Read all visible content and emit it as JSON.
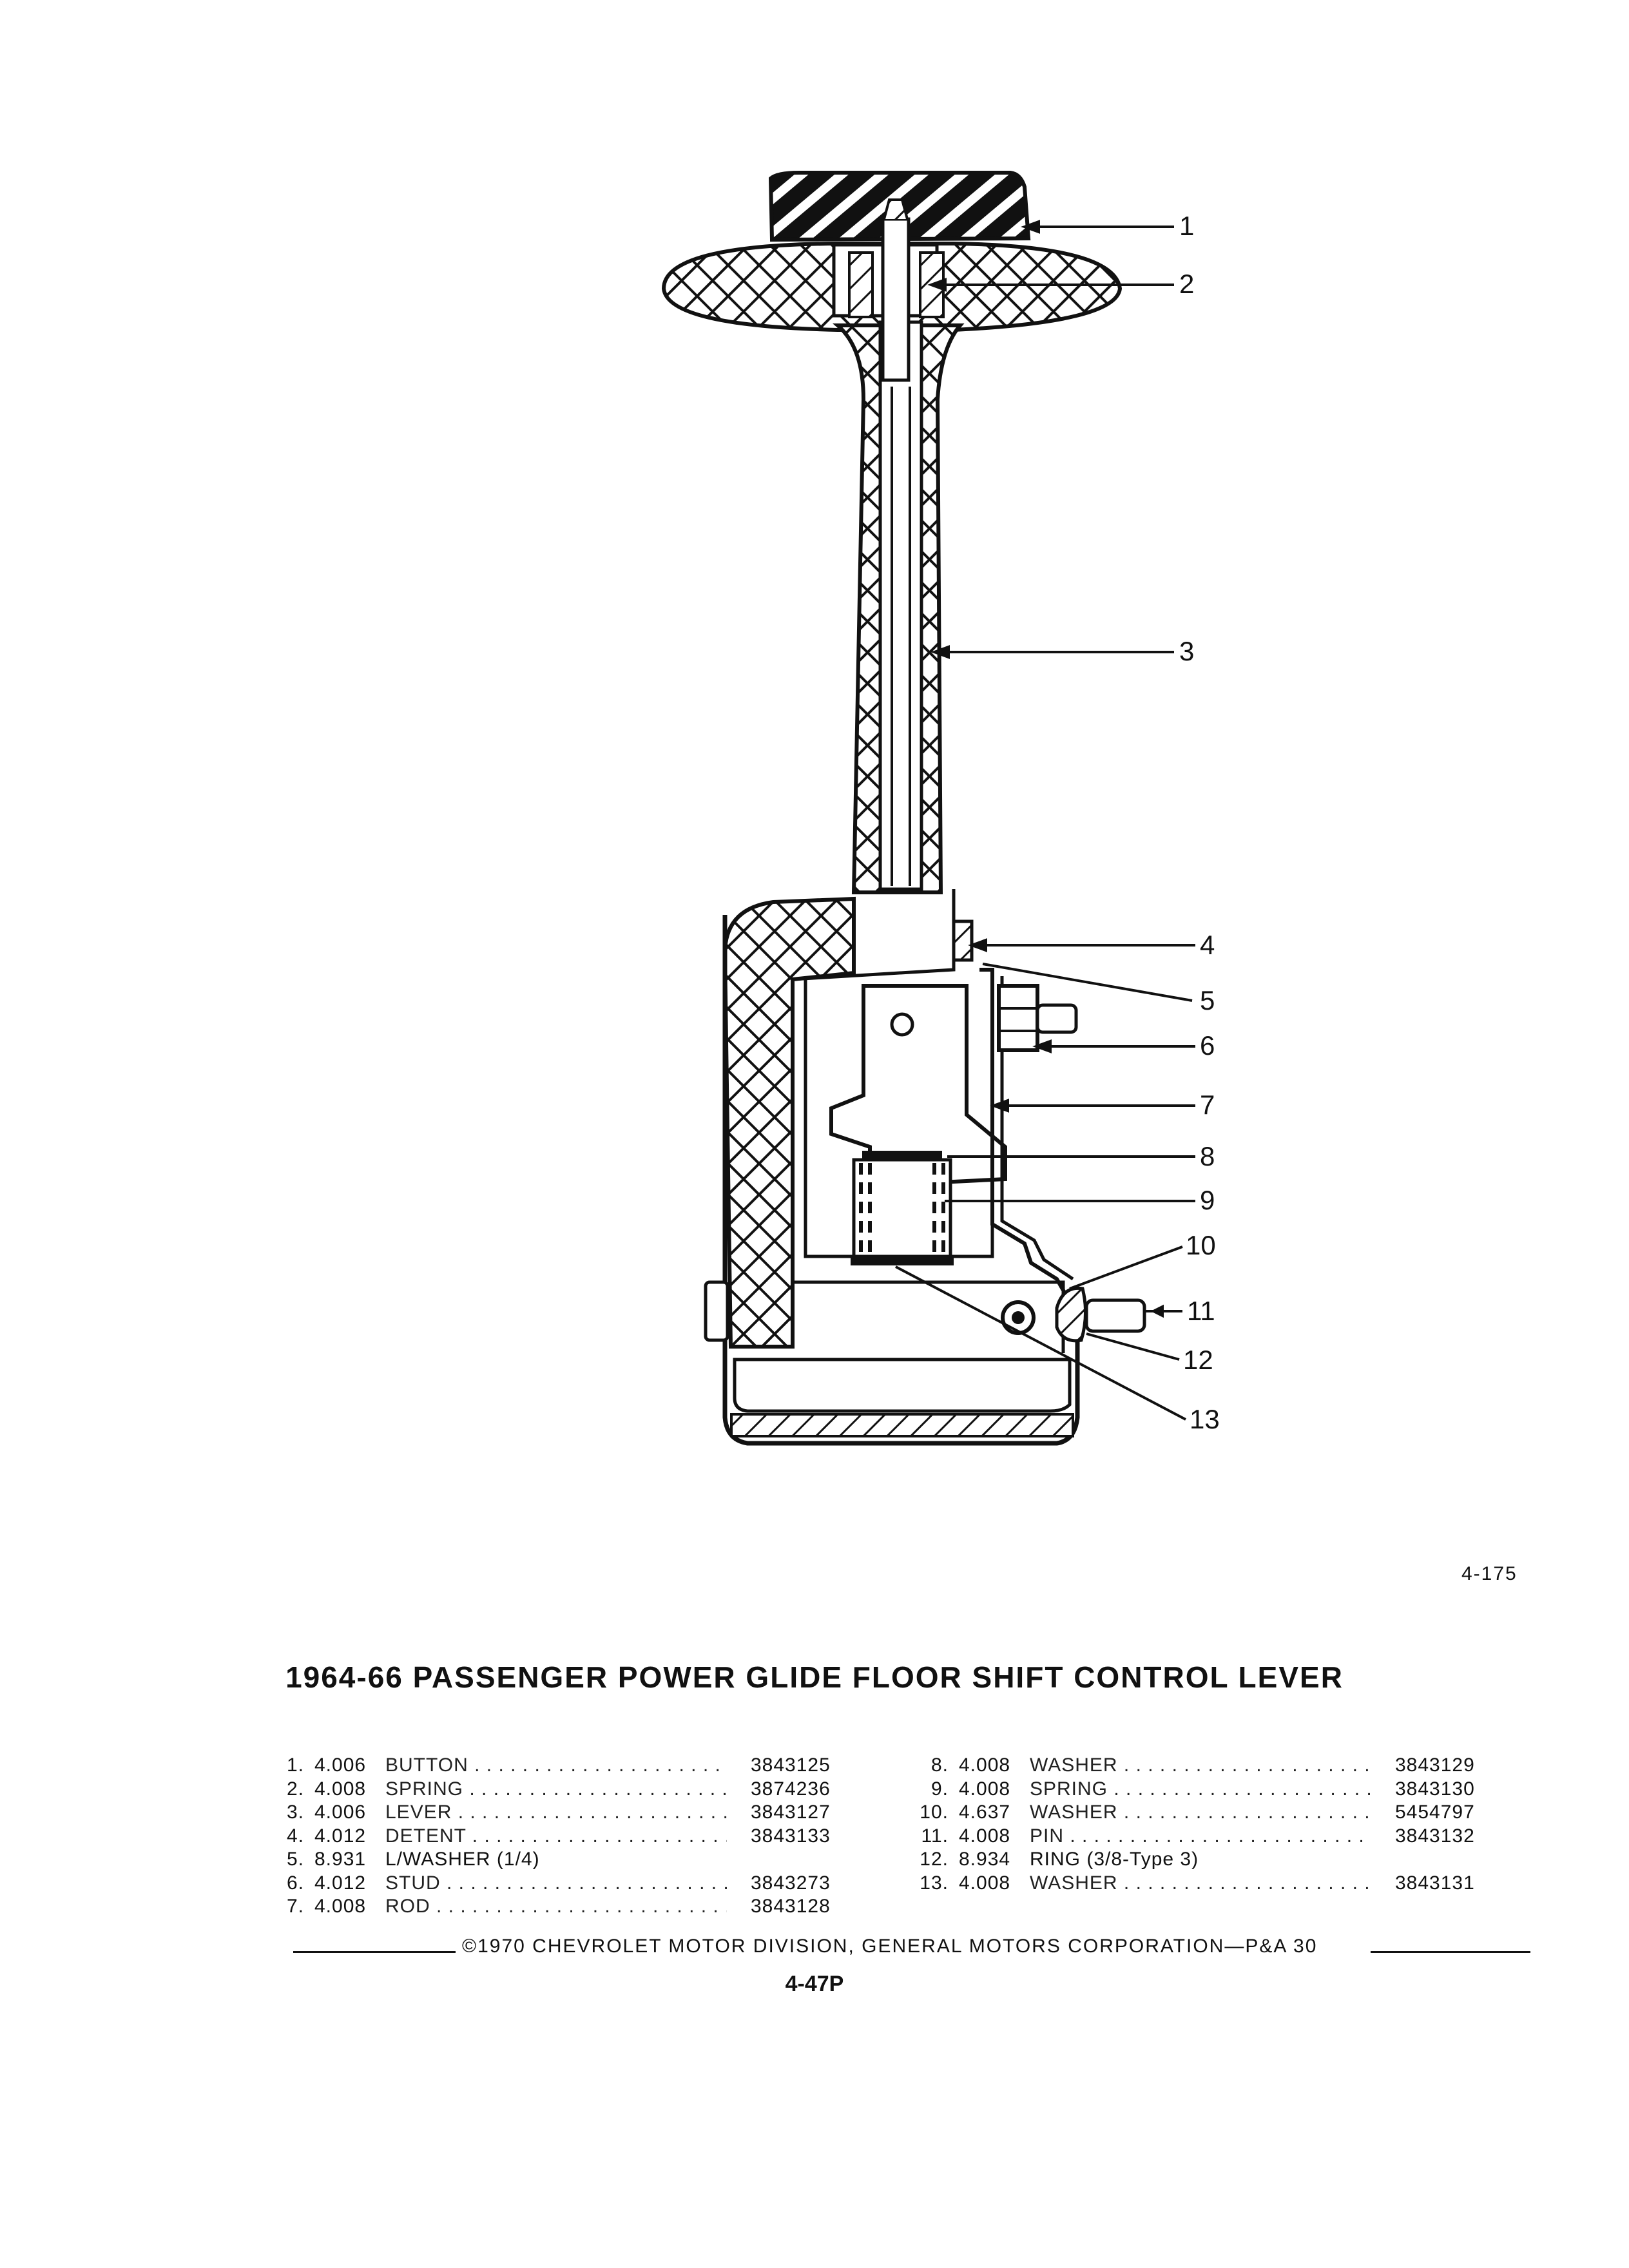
{
  "figure_code": "4-175",
  "title": "1964-66 PASSENGER POWER GLIDE FLOOR SHIFT CONTROL LEVER",
  "callouts": [
    "1",
    "2",
    "3",
    "4",
    "5",
    "6",
    "7",
    "8",
    "9",
    "10",
    "11",
    "12",
    "13"
  ],
  "parts_left": [
    {
      "num": "1.",
      "group": "4.006",
      "name": "BUTTON",
      "part_no": "3843125"
    },
    {
      "num": "2.",
      "group": "4.008",
      "name": "SPRING",
      "part_no": "3874236"
    },
    {
      "num": "3.",
      "group": "4.006",
      "name": "LEVER",
      "part_no": "3843127"
    },
    {
      "num": "4.",
      "group": "4.012",
      "name": "DETENT",
      "part_no": "3843133"
    },
    {
      "num": "5.",
      "group": "8.931",
      "name": "L/WASHER (1/4)",
      "part_no": ""
    },
    {
      "num": "6.",
      "group": "4.012",
      "name": "STUD",
      "part_no": "3843273"
    },
    {
      "num": "7.",
      "group": "4.008",
      "name": "ROD",
      "part_no": "3843128"
    }
  ],
  "parts_right": [
    {
      "num": "8.",
      "group": "4.008",
      "name": "WASHER",
      "part_no": "3843129"
    },
    {
      "num": "9.",
      "group": "4.008",
      "name": "SPRING",
      "part_no": "3843130"
    },
    {
      "num": "10.",
      "group": "4.637",
      "name": "WASHER",
      "part_no": "5454797"
    },
    {
      "num": "11.",
      "group": "4.008",
      "name": "PIN",
      "part_no": "3843132"
    },
    {
      "num": "12.",
      "group": "8.934",
      "name": "RING (3/8-Type 3)",
      "part_no": ""
    },
    {
      "num": "13.",
      "group": "4.008",
      "name": "WASHER",
      "part_no": "3843131"
    }
  ],
  "footer": "©1970 CHEVROLET MOTOR DIVISION, GENERAL MOTORS CORPORATION—P&A 30",
  "page_number": "4-47P"
}
